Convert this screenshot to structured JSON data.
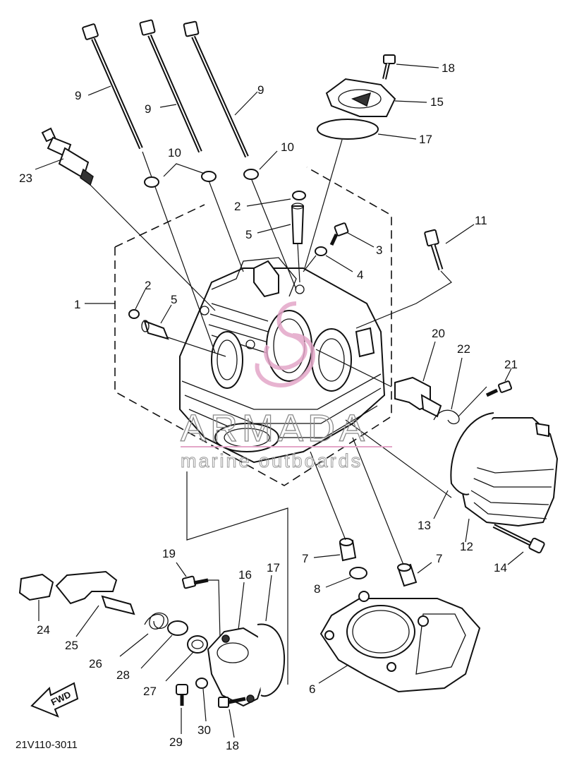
{
  "diagram": {
    "callouts": [
      "1",
      "2",
      "2",
      "3",
      "4",
      "5",
      "5",
      "6",
      "7",
      "7",
      "8",
      "9",
      "9",
      "9",
      "10",
      "10",
      "11",
      "12",
      "13",
      "14",
      "15",
      "16",
      "17",
      "17",
      "18",
      "18",
      "19",
      "20",
      "21",
      "22",
      "23",
      "24",
      "25",
      "26",
      "27",
      "28",
      "29",
      "30"
    ],
    "drawing_code": "21V110-3011",
    "fwd_marker": "FWD",
    "watermark": {
      "brand": "ARMADA",
      "tagline": "marine outboards",
      "color": "#e3a6c8"
    },
    "line_color": "#111111"
  }
}
